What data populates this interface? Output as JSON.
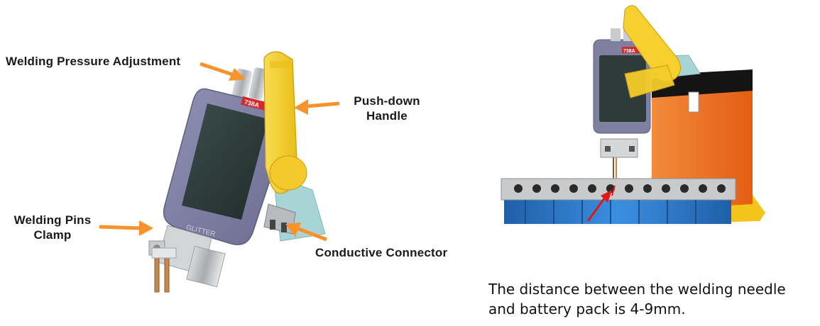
{
  "callouts": {
    "pressure": "Welding Pressure Adjustment",
    "handle": [
      "Push-down",
      "Handle"
    ],
    "clamp": [
      "Welding Pins",
      "Clamp"
    ],
    "connector": "Conductive Connector"
  },
  "device": {
    "badge": "738A",
    "brand": "GLITTER"
  },
  "caption": [
    "The distance between the welding needle",
    "and battery pack is 4-9mm."
  ],
  "colors": {
    "arrow": "#f7932a",
    "handle_yellow": "#f6cf2a",
    "body_purple": "#7e7fa3",
    "screen": "#2e3f3e",
    "base_orange": "#f06d1f",
    "battery_blue": "#2f7fd0"
  }
}
